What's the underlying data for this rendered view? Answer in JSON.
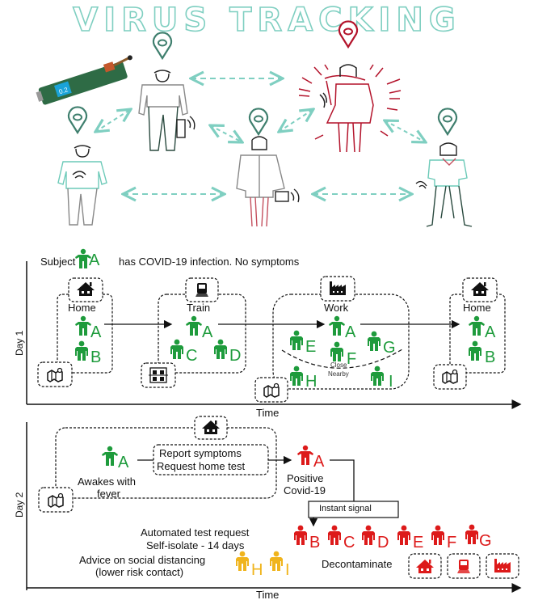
{
  "title": "VIRUS TRACKING",
  "illustration": {
    "people": [
      {
        "id": "man-left",
        "pin_color": "#3f7f6e",
        "has_signal": true
      },
      {
        "id": "man-center",
        "pin_color": "#3f7f6e",
        "has_signal": true,
        "has_bag": true
      },
      {
        "id": "woman-center",
        "pin_color": "#3f7f6e",
        "has_signal": true,
        "has_bag": true
      },
      {
        "id": "woman-infected",
        "pin_color": "#b3122a",
        "has_signal": true,
        "highlighted": true
      },
      {
        "id": "man-right",
        "pin_color": "#3f7f6e",
        "has_signal": true
      }
    ],
    "device_label": "0.2",
    "arrow_color": "#7fcfc1"
  },
  "legend": {
    "prefix": "Subject",
    "subject": "A",
    "suffix": "has COVID-19 infection. No symptoms"
  },
  "day1": {
    "axis_label": "Day 1",
    "time_label": "Time",
    "locations": [
      {
        "name": "Home",
        "icon": "house-icon",
        "people": [
          "A",
          "B"
        ],
        "tracker_icon": "map-icon"
      },
      {
        "name": "Train",
        "icon": "train-icon",
        "people": [
          "A",
          "C",
          "D"
        ],
        "tracker_icon": "qr-code-icon"
      },
      {
        "name": "Work",
        "icon": "factory-icon",
        "people": [
          "A",
          "E",
          "F",
          "G",
          "H",
          "I"
        ],
        "tracker_icon": "map-icon",
        "zones": {
          "close": "Close",
          "nearby": "Nearby"
        }
      },
      {
        "name": "Home",
        "icon": "house-icon",
        "people": [
          "A",
          "B"
        ],
        "tracker_icon": "map-icon"
      }
    ]
  },
  "day2": {
    "axis_label": "Day 2",
    "time_label": "Time",
    "subject": "A",
    "awake_text": [
      "Awakes with",
      "fever"
    ],
    "report_box": [
      "Report symptoms",
      "Request home test"
    ],
    "positive_text": [
      "Positive",
      "Covid-19"
    ],
    "signal_box": "Instant signal",
    "automated_text": [
      "Automated test request",
      "Self-isolate - 14 days"
    ],
    "close_contacts": [
      "B",
      "C",
      "D",
      "E",
      "F",
      "G"
    ],
    "advice_text": [
      "Advice on social distancing",
      "(lower risk contact)"
    ],
    "nearby_contacts": [
      "H",
      "I"
    ],
    "decontaminate_label": "Decontaminate",
    "decontaminate_icons": [
      "house-icon",
      "train-icon",
      "factory-icon"
    ]
  },
  "colors": {
    "healthy": "#1e9b3c",
    "infected": "#dd1a1a",
    "low_risk": "#f0b41c",
    "teal": "#7fcfc1",
    "dark_teal": "#3f7f6e",
    "crimson": "#b3122a"
  }
}
